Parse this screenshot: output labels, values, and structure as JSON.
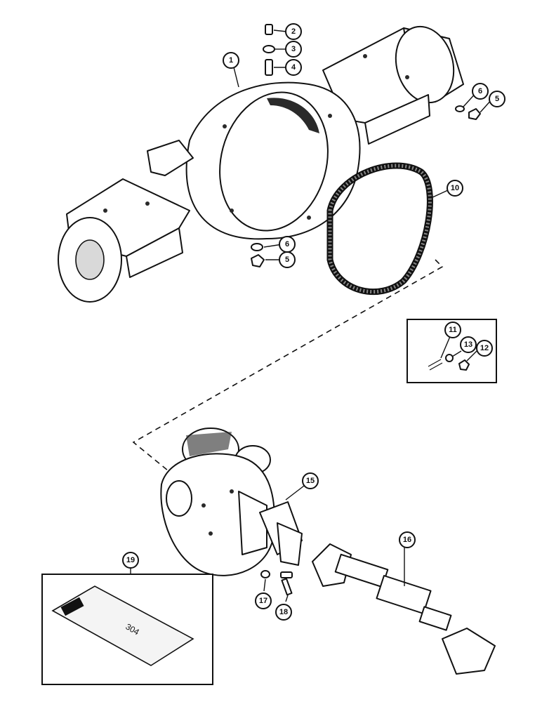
{
  "callouts": [
    {
      "id": "1",
      "label": "1"
    },
    {
      "id": "2",
      "label": "2"
    },
    {
      "id": "3",
      "label": "3"
    },
    {
      "id": "4",
      "label": "4"
    },
    {
      "id": "5a",
      "label": "5"
    },
    {
      "id": "6a",
      "label": "6"
    },
    {
      "id": "6b",
      "label": "6"
    },
    {
      "id": "5b",
      "label": "5"
    },
    {
      "id": "10",
      "label": "10"
    },
    {
      "id": "11",
      "label": "11"
    },
    {
      "id": "13",
      "label": "13"
    },
    {
      "id": "12",
      "label": "12"
    },
    {
      "id": "15",
      "label": "15"
    },
    {
      "id": "16",
      "label": "16"
    },
    {
      "id": "19",
      "label": "19"
    },
    {
      "id": "17",
      "label": "17"
    },
    {
      "id": "18",
      "label": "18"
    }
  ],
  "decal_text": "304"
}
